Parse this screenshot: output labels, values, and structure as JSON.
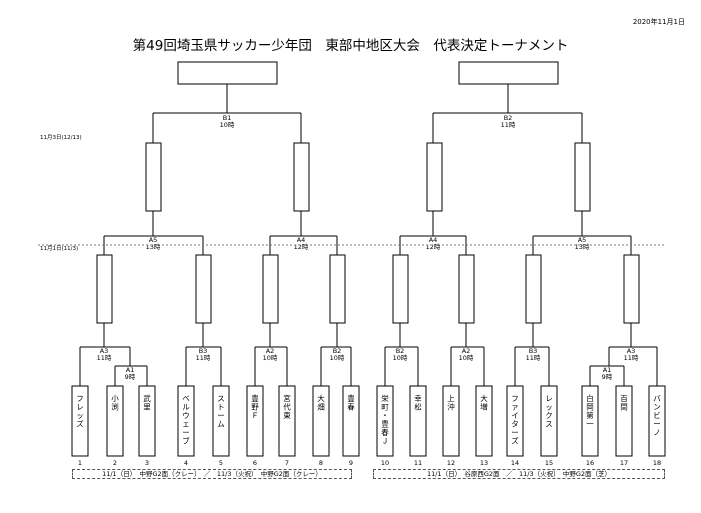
{
  "header": {
    "date": "2020年11月1日",
    "title": "第49回埼玉県サッカー少年団　東部中地区大会　代表決定トーナメント"
  },
  "round_labels": {
    "nov3": "11月3日(12/13)",
    "nov1": "11月1日(11/3)"
  },
  "matches": {
    "b1": {
      "code": "B1",
      "time": "10時"
    },
    "b2": {
      "code": "B2",
      "time": "11時"
    },
    "a5_left": {
      "code": "A5",
      "time": "13時"
    },
    "a4_left": {
      "code": "A4",
      "time": "12時"
    },
    "a4_right": {
      "code": "A4",
      "time": "12時"
    },
    "a5_right": {
      "code": "A5",
      "time": "13時"
    },
    "a3_left": {
      "code": "A3",
      "time": "11時"
    },
    "a1_left": {
      "code": "A1",
      "time": "9時"
    },
    "b3_left": {
      "code": "B3",
      "time": "11時"
    },
    "a2_left": {
      "code": "A2",
      "time": "10時"
    },
    "b2_left": {
      "code": "B2",
      "time": "10時"
    },
    "b2_right": {
      "code": "B2",
      "time": "10時"
    },
    "a2_right": {
      "code": "A2",
      "time": "10時"
    },
    "b3_right": {
      "code": "B3",
      "time": "11時"
    },
    "a3_right": {
      "code": "A3",
      "time": "11時"
    },
    "a1_right": {
      "code": "A1",
      "time": "9時"
    }
  },
  "teams": [
    {
      "no": "1",
      "name": "フレッズ"
    },
    {
      "no": "2",
      "name": "小渕"
    },
    {
      "no": "3",
      "name": "武里"
    },
    {
      "no": "4",
      "name": "ベルウェーブ"
    },
    {
      "no": "5",
      "name": "ストーム"
    },
    {
      "no": "6",
      "name": "豊野Ｆ"
    },
    {
      "no": "7",
      "name": "宮代東"
    },
    {
      "no": "8",
      "name": "大畑"
    },
    {
      "no": "9",
      "name": "豊春"
    },
    {
      "no": "10",
      "name": "栄町・豊春Ｊ"
    },
    {
      "no": "11",
      "name": "幸松"
    },
    {
      "no": "12",
      "name": "上沖"
    },
    {
      "no": "13",
      "name": "大増"
    },
    {
      "no": "14",
      "name": "ファイターズ"
    },
    {
      "no": "15",
      "name": "レックス"
    },
    {
      "no": "16",
      "name": "白岡第一"
    },
    {
      "no": "17",
      "name": "百間"
    },
    {
      "no": "18",
      "name": "バンビーノ"
    }
  ],
  "venues": {
    "left": "11/1（日）　中野G2面（クレー）　／　11/3（火祝）　中野G2面（クレー）",
    "right": "11/1（日）　谷原西G2面　／　11/3（火祝）　中野G2面（芝）"
  }
}
